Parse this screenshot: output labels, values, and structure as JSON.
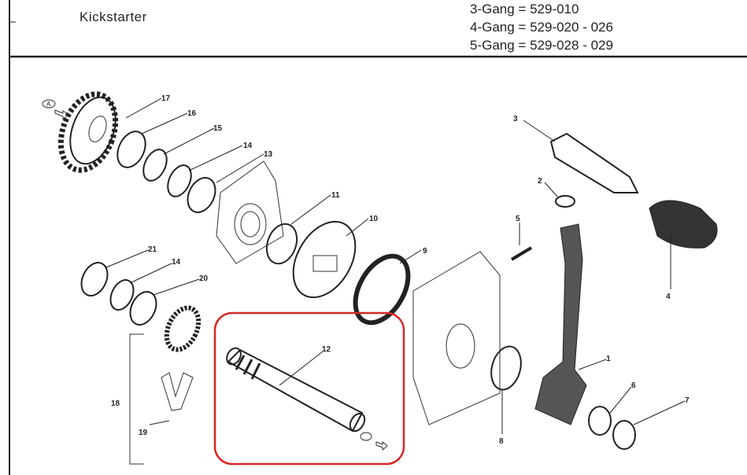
{
  "header": {
    "title": "Kickstarter",
    "variants": [
      "3-Gang = 529-010",
      "4-Gang = 529-020 - 026",
      "5-Gang = 529-028 - 029"
    ]
  },
  "diagram": {
    "view_marker": "A",
    "highlight_color": "#d62828",
    "highlighted_part": "12",
    "part_labels": {
      "p1": "1",
      "p2": "2",
      "p3": "3",
      "p4": "4",
      "p5": "5",
      "p6": "6",
      "p7": "7",
      "p8": "8",
      "p9": "9",
      "p10": "10",
      "p11": "11",
      "p12": "12",
      "p13": "13",
      "p14a": "14",
      "p14b": "14",
      "p15": "15",
      "p16": "16",
      "p17": "17",
      "p18": "18",
      "p19": "19",
      "p20": "20",
      "p21": "21"
    }
  }
}
